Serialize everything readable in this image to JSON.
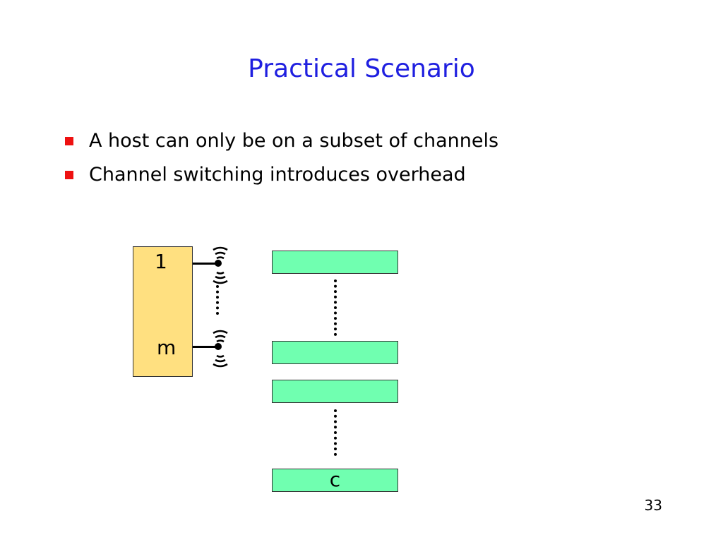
{
  "slide": {
    "title": "Practical Scenario",
    "bullets": [
      "A host can only be on a subset of channels",
      "Channel switching introduces overhead"
    ],
    "page_number": "33"
  },
  "diagram": {
    "host_labels": [
      "1",
      "m"
    ],
    "channel_last_label": "c",
    "colors": {
      "host_fill": "#ffe080",
      "channel_fill": "#70ffb0",
      "title": "#1f1fe0",
      "bullet": "#ee1111"
    }
  }
}
